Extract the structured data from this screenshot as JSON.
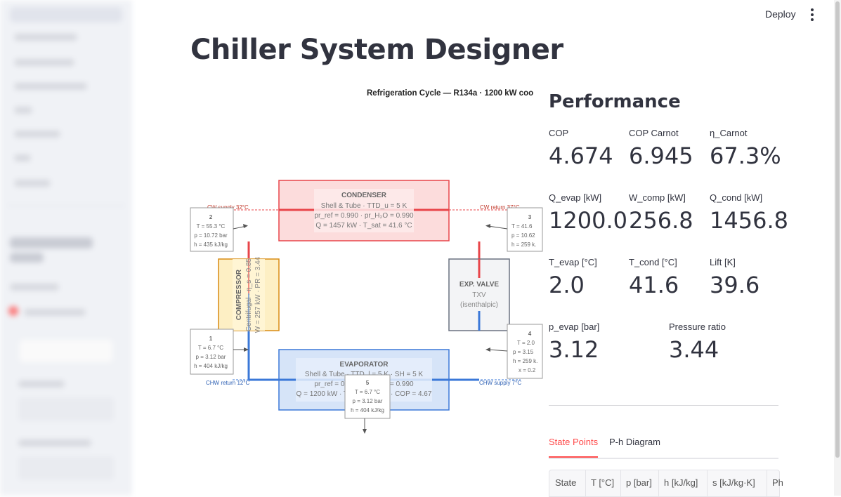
{
  "header": {
    "deploy_label": "Deploy"
  },
  "page": {
    "title": "Chiller System Designer"
  },
  "diagram": {
    "caption": "Refrigeration Cycle — R134a  ·  1200 kW coo",
    "condenser": {
      "title": "CONDENSER",
      "line1": "Shell & Tube · TTD_u = 5 K",
      "line2": "pr_ref = 0.990 · pr_H₂O = 0.990",
      "line3": "Q = 1457 kW  ·  T_sat = 41.6 °C"
    },
    "evaporator": {
      "title": "EVAPORATOR",
      "line1": "Shell & Tube · TTD_l = 5 K · SH = 5 K",
      "line2": "pr_ref = 0.990 · pr_H₂O = 0.990",
      "line3": "Q = 1200 kW  ·  T_sat = 2.0 °C  ·  COP = 4.67"
    },
    "compressor": {
      "title": "COMPRESSOR",
      "line1": "Centrifugal · η_s = 0.85",
      "line2": "W = 257 kW  ·  PR = 3.44"
    },
    "valve": {
      "title": "EXP. VALVE",
      "line1": "TXV",
      "line2": "(isenthalpic)"
    },
    "cw_supply": "CW supply 32°C",
    "cw_return": "CW return 37°C",
    "chw_return": "CHW return 12°C",
    "chw_supply": "CHW supply 7°C",
    "state1": {
      "n": "1",
      "a": "T = 6.7 °C",
      "b": "p = 3.12 bar",
      "c": "h = 404 kJ/kg"
    },
    "state2": {
      "n": "2",
      "a": "T = 55.3 °C",
      "b": "p = 10.72 bar",
      "c": "h = 435 kJ/kg"
    },
    "state3": {
      "n": "3",
      "a": "T = 41.6",
      "b": "p = 10.62",
      "c": "h = 259 k."
    },
    "state4": {
      "n": "4",
      "a": "T = 2.0",
      "b": "p = 3.15",
      "c": "h = 259 k.",
      "d": "x = 0.2"
    },
    "state5": {
      "n": "5",
      "a": "T = 6.7 °C",
      "b": "p = 3.12 bar",
      "c": "h = 404 kJ/kg"
    }
  },
  "performance": {
    "title": "Performance",
    "metrics": [
      {
        "label": "COP",
        "value": "4.674"
      },
      {
        "label": "COP Carnot",
        "value": "6.945"
      },
      {
        "label": "η_Carnot",
        "value": "67.3%"
      },
      {
        "label": "Q_evap [kW]",
        "value": "1200.0"
      },
      {
        "label": "W_comp [kW]",
        "value": "256.8"
      },
      {
        "label": "Q_cond [kW]",
        "value": "1456.8"
      },
      {
        "label": "T_evap [°C]",
        "value": "2.0"
      },
      {
        "label": "T_cond [°C]",
        "value": "41.6"
      },
      {
        "label": "Lift [K]",
        "value": "39.6"
      },
      {
        "label": "p_evap [bar]",
        "value": "3.12"
      },
      {
        "label": "Pressure ratio",
        "value": "3.44"
      }
    ]
  },
  "tabs": [
    {
      "label": "State Points"
    },
    {
      "label": "P-h Diagram"
    }
  ],
  "table": {
    "headers": [
      "State",
      "T [°C]",
      "p [bar]",
      "h [kJ/kg]",
      "s [kJ/kg·K]",
      "Ph"
    ]
  },
  "colors": {
    "accent": "#ff4b4b",
    "condenser": "#e8454a",
    "evaporator": "#3b78d8",
    "compressor": "#d98b12",
    "valve": "#6b7280"
  }
}
